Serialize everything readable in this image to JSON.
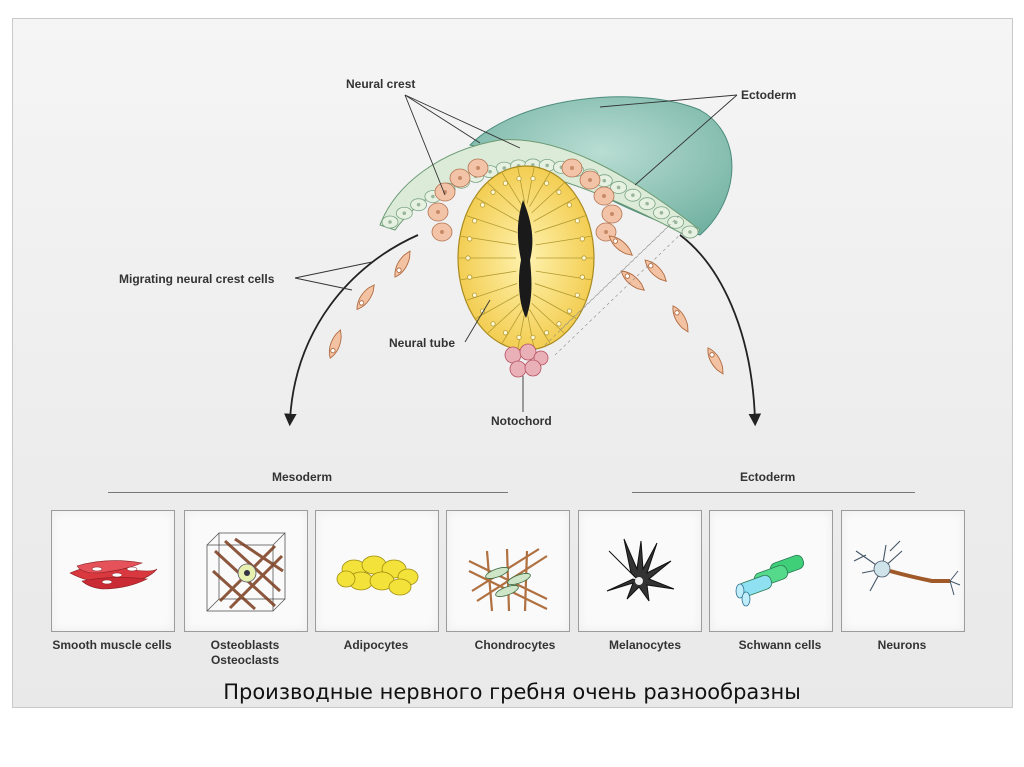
{
  "labels": {
    "neural_crest": "Neural crest",
    "ectoderm_top": "Ectoderm",
    "migrating": "Migrating neural crest cells",
    "neural_tube": "Neural tube",
    "notochord": "Notochord",
    "mesoderm": "Mesoderm",
    "ectoderm_group": "Ectoderm"
  },
  "derivatives": [
    {
      "name": "Smooth muscle cells",
      "icon": "smooth-muscle-cells-icon"
    },
    {
      "name": "Osteoblasts",
      "name2": "Osteoclasts",
      "icon": "bone-cells-icon"
    },
    {
      "name": "Adipocytes",
      "icon": "adipocytes-icon"
    },
    {
      "name": "Chondrocytes",
      "icon": "chondrocytes-icon"
    },
    {
      "name": "Melanocytes",
      "icon": "melanocyte-icon"
    },
    {
      "name": "Schwann cells",
      "icon": "schwann-cells-icon"
    },
    {
      "name": "Neurons",
      "icon": "neuron-icon"
    }
  ],
  "caption": "Производные нервного гребня очень разнообразны",
  "colors": {
    "ectoderm": "#8ec6b8",
    "neural_crest": "#f2bca0",
    "neural_tube": "#f6dc6a",
    "notochord": "#e8a0a8"
  }
}
